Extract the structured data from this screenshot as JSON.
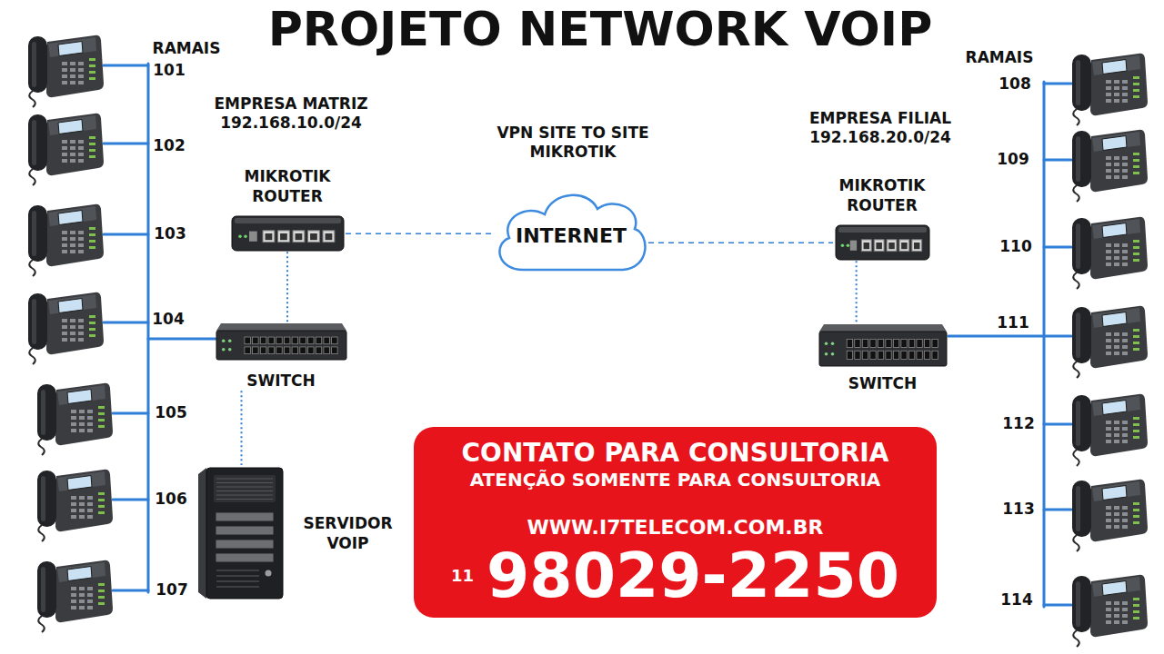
{
  "diagram": {
    "title": "PROJETO NETWORK VOIP",
    "nodes": [
      {
        "text": [
          "MIKROTIK ROUTER"
        ]
      },
      {
        "text": [
          "INTERNET"
        ]
      },
      {
        "text": [
          "MIKROTIK ROUTER"
        ]
      },
      {
        "text": [
          "SWITCH"
        ]
      },
      {
        "text": [
          "SERVIDOR VOIP"
        ]
      },
      {
        "text": [
          "SWITCH"
        ]
      },
      {
        "text": [
          "CONTATO PARA CONSULTORIA",
          "ATENÇÃO SOMENTE PARA CONSULTORIA",
          "WWW.I7TELECOM.COM.BR",
          "11",
          "98029-2250"
        ]
      }
    ],
    "edges": [
      {
        "from": 0,
        "to": 1,
        "arrow": "none"
      },
      {
        "from": 1,
        "to": 2,
        "arrow": "none"
      },
      {
        "from": 0,
        "to": 3,
        "arrow": "none"
      },
      {
        "from": 3,
        "to": 4,
        "arrow": "none"
      },
      {
        "from": 2,
        "to": 5,
        "arrow": "none"
      }
    ],
    "labels": [
      "RAMAIS",
      "101",
      "102",
      "103",
      "104",
      "105",
      "106",
      "107",
      "EMPRESA MATRIZ 192.168.10.0/24",
      "VPN SITE TO SITE MIKROTIK",
      "EMPRESA FILIAL 192.168.20.0/24",
      "RAMAIS",
      "108",
      "109",
      "110",
      "111",
      "112",
      "113",
      "114"
    ]
  }
}
